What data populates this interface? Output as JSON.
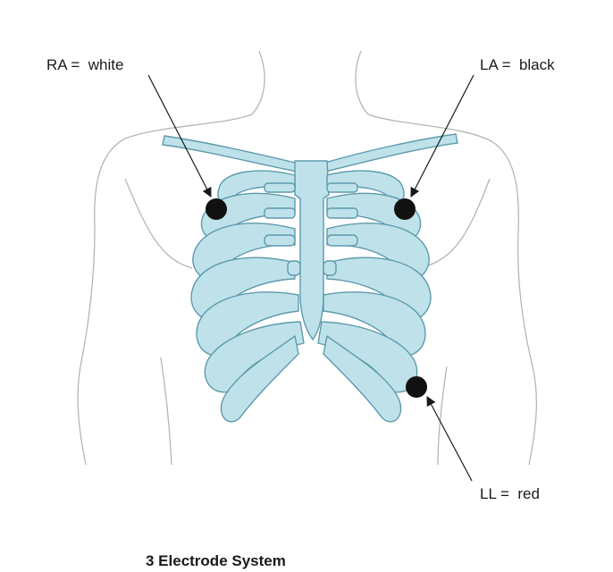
{
  "title": "3 Electrode System",
  "electrodes": [
    {
      "id": "RA",
      "label": "RA =  white",
      "color": "white"
    },
    {
      "id": "LA",
      "label": "LA =  black",
      "color": "black"
    },
    {
      "id": "LL",
      "label": "LL =  red",
      "color": "red"
    }
  ],
  "colors": {
    "bone_fill": "#bfe2ea",
    "bone_stroke": "#5d9aad",
    "body_outline": "#b5b5b5",
    "electrode": "#111111",
    "text": "#1a1a1a"
  }
}
